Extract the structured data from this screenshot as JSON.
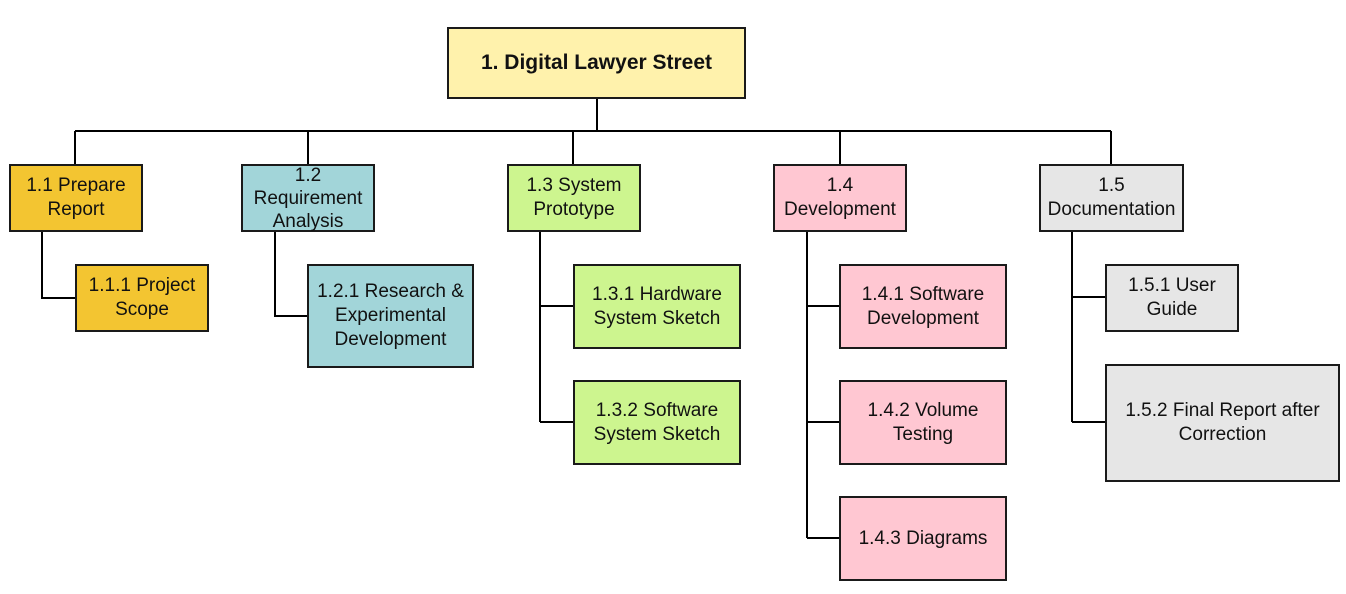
{
  "colors": {
    "root": "#fff2ac",
    "prepare": "#f3c531",
    "requirement": "#a2d5d9",
    "prototype": "#cdf58f",
    "development": "#ffc7d2",
    "documentation": "#e6e6e6",
    "line": "#000000"
  },
  "root": {
    "label": "1. Digital Lawyer Street"
  },
  "branches": [
    {
      "id": "prepare",
      "label": "1.1 Prepare Report",
      "children": [
        {
          "label": "1.1.1 Project Scope"
        }
      ]
    },
    {
      "id": "requirement",
      "label": "1.2 Requirement Analysis",
      "children": [
        {
          "label": "1.2.1 Research & Experimental Development"
        }
      ]
    },
    {
      "id": "prototype",
      "label": "1.3 System Prototype",
      "children": [
        {
          "label": "1.3.1 Hardware System Sketch"
        },
        {
          "label": "1.3.2 Software System Sketch"
        }
      ]
    },
    {
      "id": "development",
      "label": "1.4 Development",
      "children": [
        {
          "label": "1.4.1 Software Development"
        },
        {
          "label": "1.4.2 Volume Testing"
        },
        {
          "label": "1.4.3 Diagrams"
        }
      ]
    },
    {
      "id": "documentation",
      "label": "1.5 Documentation",
      "children": [
        {
          "label": "1.5.1 User Guide"
        },
        {
          "label": "1.5.2 Final Report after Correction"
        }
      ]
    }
  ]
}
